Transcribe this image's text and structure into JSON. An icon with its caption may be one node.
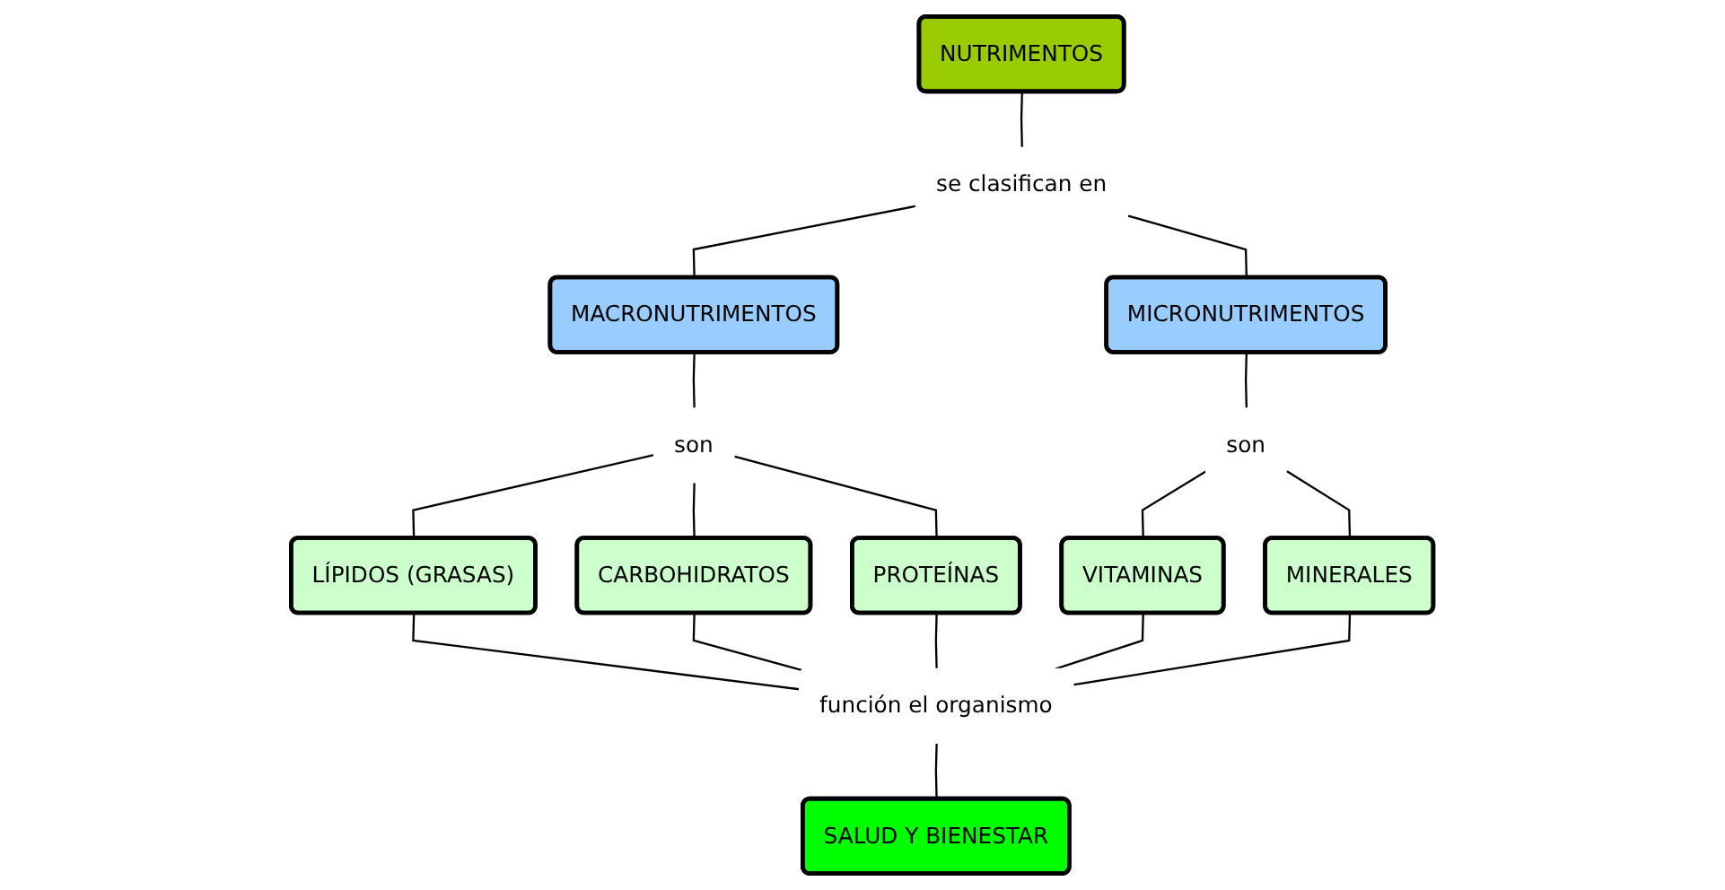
{
  "diagram": {
    "nodes": [
      {
        "text": [
          "NUTRIMENTOS"
        ]
      },
      {
        "text": [
          "se clasifican en"
        ]
      },
      {
        "text": [
          "MACRONUTRIMENTOS"
        ]
      },
      {
        "text": [
          "MICRONUTRIMENTOS"
        ]
      },
      {
        "text": [
          "son"
        ]
      },
      {
        "text": [
          "son"
        ]
      },
      {
        "text": [
          "LÍPIDOS (GRASAS)"
        ]
      },
      {
        "text": [
          "CARBOHIDRATOS"
        ]
      },
      {
        "text": [
          "PROTEÍNAS"
        ]
      },
      {
        "text": [
          "VITAMINAS"
        ]
      },
      {
        "text": [
          "MINERALES"
        ]
      },
      {
        "text": [
          "función el organismo"
        ]
      },
      {
        "text": [
          "SALUD Y BIENESTAR"
        ]
      }
    ],
    "edges": [
      {
        "from": 0,
        "to": 1,
        "arrow": "none"
      },
      {
        "from": 1,
        "to": 2,
        "arrow": "none"
      },
      {
        "from": 1,
        "to": 3,
        "arrow": "none"
      },
      {
        "from": 2,
        "to": 4,
        "arrow": "none"
      },
      {
        "from": 3,
        "to": 5,
        "arrow": "none"
      },
      {
        "from": 4,
        "to": 6,
        "arrow": "none"
      },
      {
        "from": 4,
        "to": 7,
        "arrow": "none"
      },
      {
        "from": 4,
        "to": 8,
        "arrow": "none"
      },
      {
        "from": 5,
        "to": 9,
        "arrow": "none"
      },
      {
        "from": 5,
        "to": 10,
        "arrow": "none"
      },
      {
        "from": 6,
        "to": 11,
        "arrow": "none"
      },
      {
        "from": 7,
        "to": 11,
        "arrow": "none"
      },
      {
        "from": 8,
        "to": 11,
        "arrow": "none"
      },
      {
        "from": 9,
        "to": 11,
        "arrow": "none"
      },
      {
        "from": 10,
        "to": 11,
        "arrow": "none"
      },
      {
        "from": 11,
        "to": 12,
        "arrow": "none"
      }
    ]
  }
}
